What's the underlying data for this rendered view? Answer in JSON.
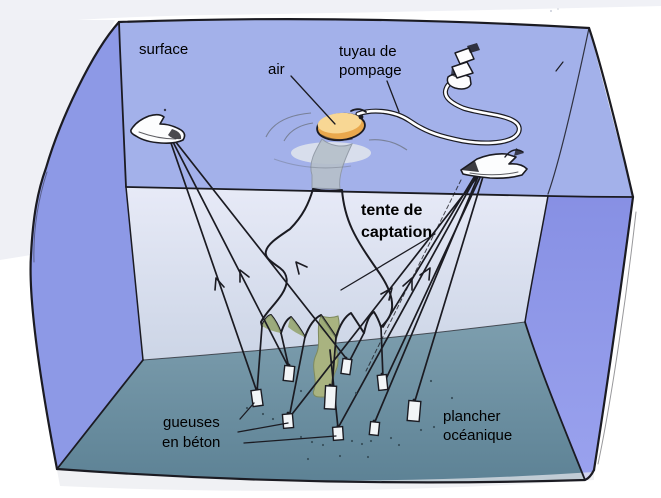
{
  "diagram": {
    "labels": {
      "surface": "surface",
      "air": "air",
      "pipe": {
        "line1": "tuyau de",
        "line2": "pompage"
      },
      "tent": {
        "line1": "tente de",
        "line2": "captation"
      },
      "weights": {
        "line1": "gueuses",
        "line2": "en béton"
      },
      "floor": {
        "line1": "plancher",
        "line2": "océanique"
      }
    },
    "colors": {
      "background": "#ffffff",
      "surface_top": "#a3b1ea",
      "side_left": "#8d99e6",
      "side_right_top": "#8790e4",
      "side_right_bottom": "#9aa2ee",
      "interior_top": "#e7eaf7",
      "interior_bottom": "#ccd5e6",
      "floor_back": "#7d9eae",
      "floor_front": "#5d8295",
      "tent": "#c9cb9b",
      "tent_dark": "#96a571",
      "plume": "#a9b380",
      "plume_above": "#b6c0ca",
      "foam": "#e2e6ec",
      "float_top": "#f8d794",
      "float_bottom": "#e9a84d",
      "ink": "#1b1b22"
    }
  }
}
